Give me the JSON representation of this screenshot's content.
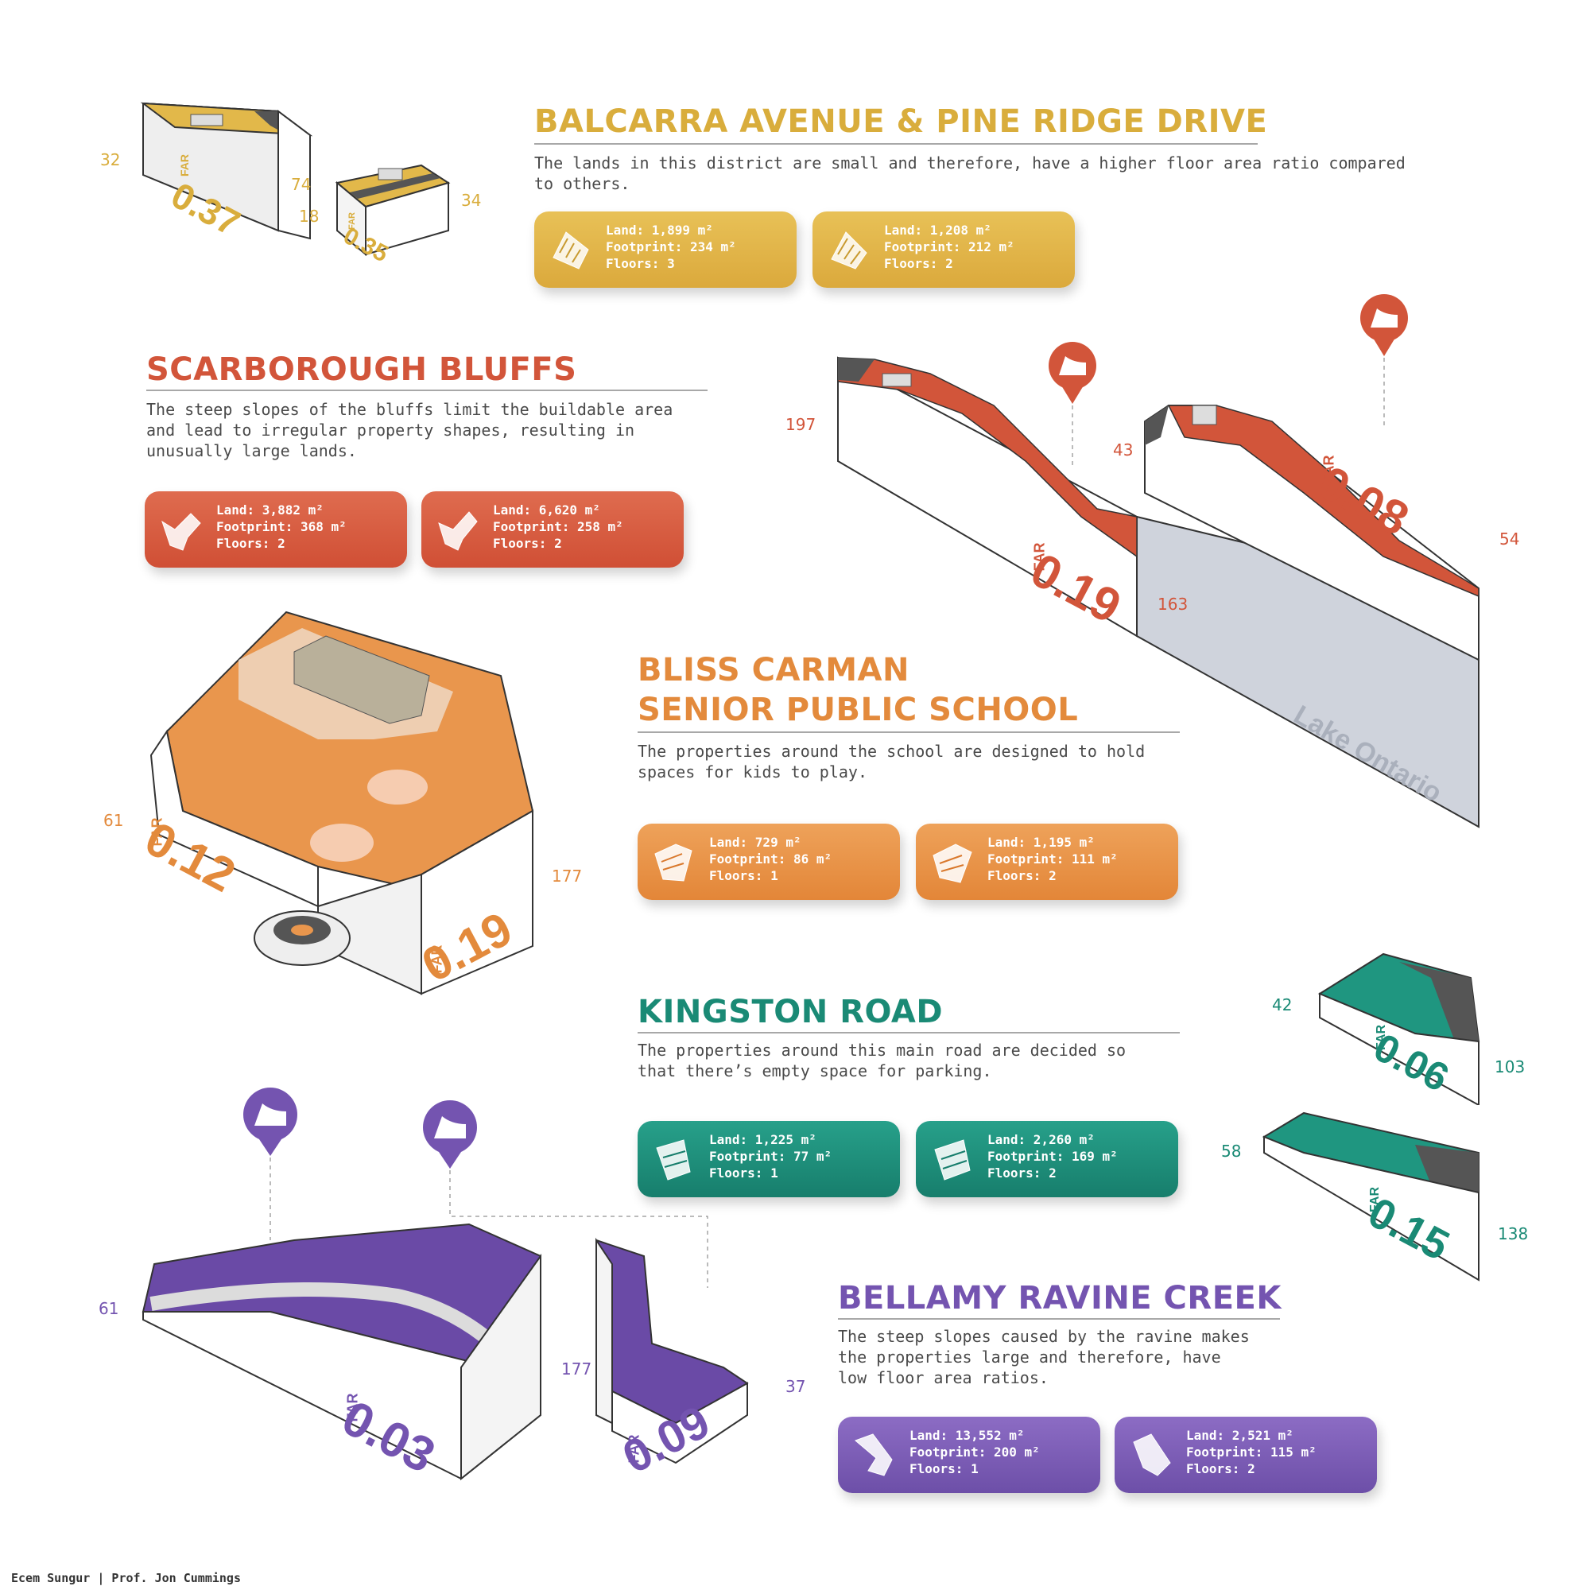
{
  "colors": {
    "balcarra": "#d9ad3c",
    "bluffs": "#d2553a",
    "bliss": "#e38a3c",
    "kingston": "#1a8a75",
    "bellamy": "#7454b0"
  },
  "sections": {
    "balcarra": {
      "title": "BALCARRA AVENUE & PINE RIDGE DRIVE",
      "description": "The lands in this district are small and therefore, have a higher floor area ratio compared\nto others.",
      "cards": [
        {
          "land": "Land: 1,899 m²",
          "footprint": "Footprint: 234 m²",
          "floors": "Floors: 3"
        },
        {
          "land": "Land: 1,208 m²",
          "footprint": "Footprint: 212 m²",
          "floors": "Floors: 2"
        }
      ],
      "figures": [
        {
          "far_label": "FAR",
          "far": "0.37",
          "dims": [
            "32",
            "74"
          ]
        },
        {
          "far_label": "FAR",
          "far": "0.35",
          "dims": [
            "18",
            "34"
          ]
        }
      ]
    },
    "bluffs": {
      "title": "SCARBOROUGH BLUFFS",
      "description": "The steep slopes of the bluffs limit the buildable area\nand lead to irregular property shapes, resulting in\nunusually large lands.",
      "cards": [
        {
          "land": "Land: 3,882 m²",
          "footprint": "Footprint: 368 m²",
          "floors": "Floors: 2"
        },
        {
          "land": "Land: 6,620 m²",
          "footprint": "Footprint: 258 m²",
          "floors": "Floors: 2"
        }
      ],
      "figures": [
        {
          "far_label": "FAR",
          "far": "0.19",
          "dims": [
            "197",
            "163"
          ]
        },
        {
          "far_label": "FAR",
          "far": "0.08",
          "dims": [
            "43",
            "54"
          ]
        }
      ],
      "lake_label": "Lake Ontario"
    },
    "bliss": {
      "title": "BLISS CARMAN\nSENIOR PUBLIC SCHOOL",
      "description": "The properties around the school are designed to hold\nspaces for kids to play.",
      "cards": [
        {
          "land": "Land: 729 m²",
          "footprint": "Footprint: 86 m²",
          "floors": "Floors: 1"
        },
        {
          "land": "Land: 1,195 m²",
          "footprint": "Footprint: 111 m²",
          "floors": "Floors: 2"
        }
      ],
      "figures": [
        {
          "far_label": "FAR",
          "far": "0.12",
          "dims": [
            "61"
          ]
        },
        {
          "far_label": "FAR",
          "far": "0.19",
          "dims": [
            "177"
          ]
        }
      ]
    },
    "kingston": {
      "title": "KINGSTON ROAD",
      "description": "The properties around this main road are decided so\nthat there’s empty space for parking.",
      "cards": [
        {
          "land": "Land: 1,225 m²",
          "footprint": "Footprint: 77 m²",
          "floors": "Floors: 1"
        },
        {
          "land": "Land: 2,260 m²",
          "footprint": "Footprint: 169 m²",
          "floors": "Floors: 2"
        }
      ],
      "figures": [
        {
          "far_label": "FAR",
          "far": "0.06",
          "dims": [
            "42",
            "103"
          ]
        },
        {
          "far_label": "FAR",
          "far": "0.15",
          "dims": [
            "58",
            "138"
          ]
        }
      ]
    },
    "bellamy": {
      "title": "BELLAMY RAVINE CREEK",
      "description": "The steep slopes caused by the ravine makes\nthe properties large and therefore, have\nlow floor area ratios.",
      "cards": [
        {
          "land": "Land: 13,552 m²",
          "footprint": "Footprint: 200 m²",
          "floors": "Floors: 1"
        },
        {
          "land": "Land: 2,521 m²",
          "footprint": "Footprint: 115 m²",
          "floors": "Floors: 2"
        }
      ],
      "figures": [
        {
          "far_label": "FAR",
          "far": "0.03",
          "dims": [
            "61",
            "177"
          ]
        },
        {
          "far_label": "FAR",
          "far": "0.09",
          "dims": [
            "37"
          ]
        }
      ]
    }
  },
  "icons": [
    "parcel-icon",
    "slope-pin-icon",
    "tree-icon",
    "house-icon"
  ],
  "credit": "Ecem Sungur | Prof. Jon Cummings"
}
